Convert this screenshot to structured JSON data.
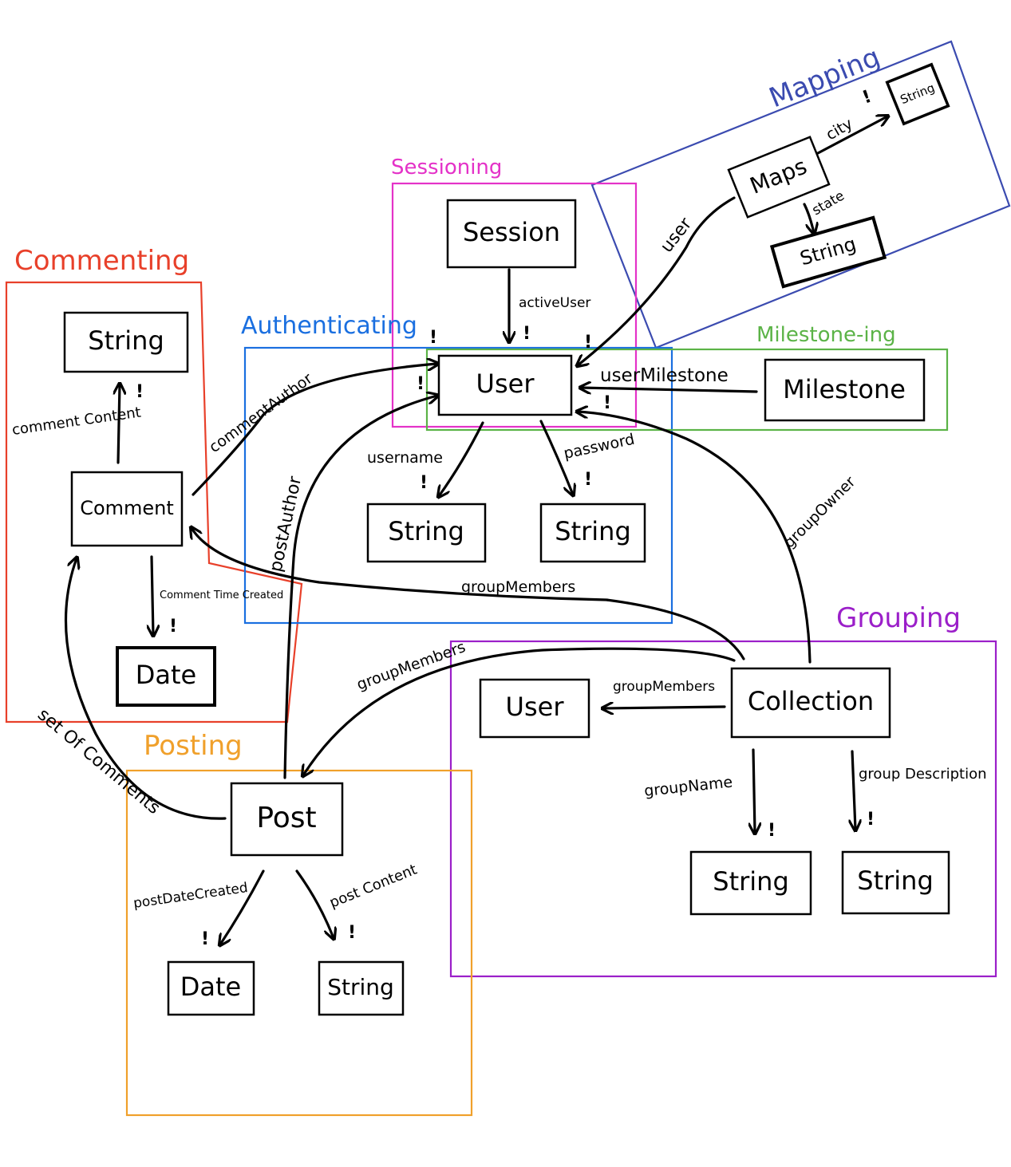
{
  "concepts": {
    "mapping": {
      "title": "Mapping",
      "color": "#3b4bb0"
    },
    "sessioning": {
      "title": "Sessioning",
      "color": "#e432c8"
    },
    "commenting": {
      "title": "Commenting",
      "color": "#e8402a"
    },
    "authenticating": {
      "title": "Authenticating",
      "color": "#1a6fe0"
    },
    "milestoning": {
      "title": "Milestone-ing",
      "color": "#5bb347"
    },
    "grouping": {
      "title": "Grouping",
      "color": "#9b1fc9"
    },
    "posting": {
      "title": "Posting",
      "color": "#f0a02b"
    }
  },
  "nodes": {
    "session": "Session",
    "user_auth": "User",
    "milestone": "Milestone",
    "auth_username_string": "String",
    "auth_password_string": "String",
    "maps": "Maps",
    "maps_city_string": "String",
    "maps_state_string": "String",
    "comment_content_string": "String",
    "comment": "Comment",
    "comment_date": "Date",
    "collection": "Collection",
    "group_user": "User",
    "group_name_string": "String",
    "group_description_string": "String",
    "post": "Post",
    "post_date": "Date",
    "post_content_string": "String"
  },
  "edge_labels": {
    "active_user": "activeUser",
    "username": "username",
    "password": "password",
    "user_milestone": "userMilestone",
    "maps_user": "user",
    "city": "city",
    "state": "state",
    "comment_author": "commentAuthor",
    "comment_content": "comment Content",
    "comment_time_created": "Comment Time Created",
    "post_author": "postAuthor",
    "group_members_comment": "groupMembers",
    "group_owner": "groupOwner",
    "group_members_post": "groupMembers",
    "group_members_user": "groupMembers",
    "group_name": "groupName",
    "group_description": "group Description",
    "set_of_comments": "set Of Comments",
    "post_date_created": "postDateCreated",
    "post_content": "post Content"
  },
  "multiplicity_mark": "!"
}
